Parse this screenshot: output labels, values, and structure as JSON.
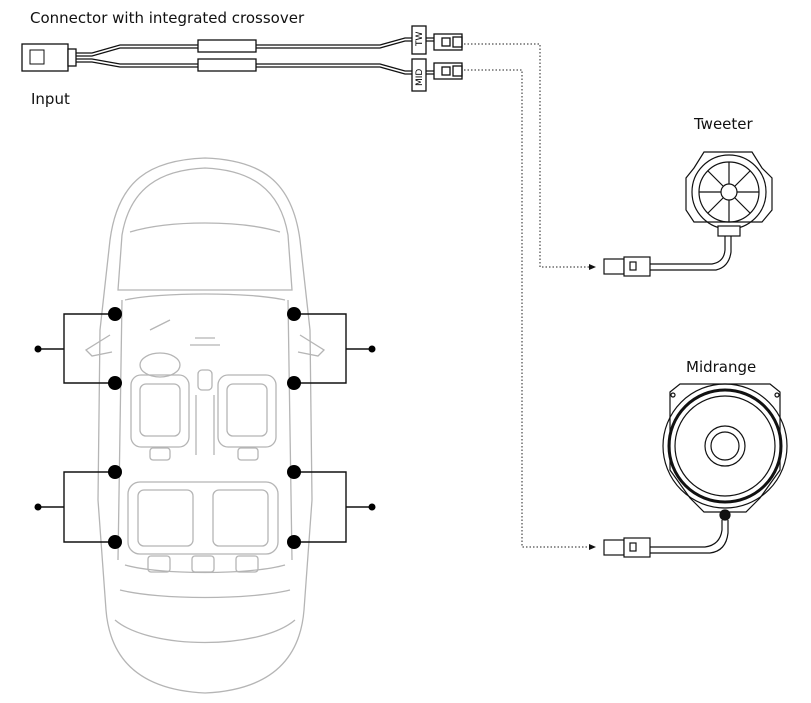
{
  "labels": {
    "harness_title": "Connector with integrated crossover",
    "input": "Input",
    "tweeter": "Tweeter",
    "midrange": "Midrange",
    "tag_tw": "TW",
    "tag_mid": "MID"
  },
  "colors": {
    "line": "#111111",
    "car": "#b5b5b5",
    "dot": "#000000"
  },
  "icons": {
    "car": "car-top-view-icon",
    "tweeter": "tweeter-speaker-icon",
    "midrange": "midrange-speaker-icon"
  }
}
